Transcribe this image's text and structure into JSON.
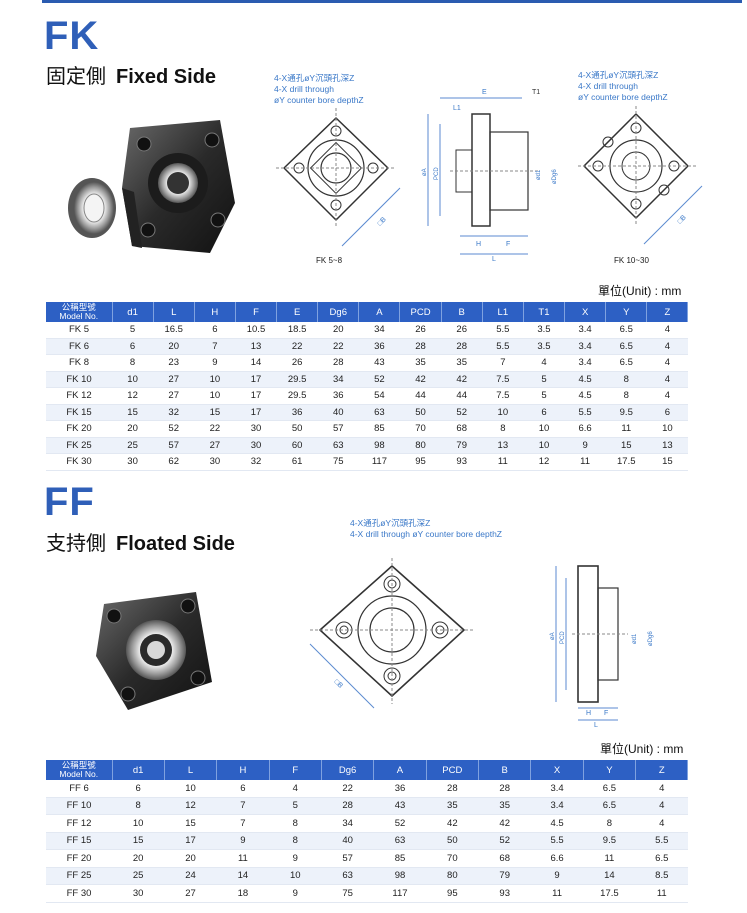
{
  "fk": {
    "code": "FK",
    "title_cjk": "固定側",
    "title_en": "Fixed Side",
    "note_left": [
      "4-X通孔øY沉頭孔深Z",
      "4-X drill through",
      "øY counter bore depthZ"
    ],
    "note_right": [
      "4-X通孔øY沉頭孔深Z",
      "4-X drill through",
      "øY counter bore depthZ"
    ],
    "caption_left": "FK 5~8",
    "caption_right": "FK 10~30",
    "dim_labels": {
      "E": "E",
      "T1": "T1",
      "L1": "L1",
      "H": "H",
      "F": "F",
      "L": "L",
      "A": "øA",
      "PCD": "PCD",
      "B": "□B",
      "d1": "ød1",
      "Dg6": "øDg6"
    },
    "unit": "單位(Unit) : mm",
    "header_model": [
      "公稱型號",
      "Model No."
    ],
    "headers": [
      "d1",
      "L",
      "H",
      "F",
      "E",
      "Dg6",
      "A",
      "PCD",
      "B",
      "L1",
      "T1",
      "X",
      "Y",
      "Z"
    ],
    "rows": [
      [
        "FK 5",
        "5",
        "16.5",
        "6",
        "10.5",
        "18.5",
        "20",
        "34",
        "26",
        "26",
        "5.5",
        "3.5",
        "3.4",
        "6.5",
        "4"
      ],
      [
        "FK 6",
        "6",
        "20",
        "7",
        "13",
        "22",
        "22",
        "36",
        "28",
        "28",
        "5.5",
        "3.5",
        "3.4",
        "6.5",
        "4"
      ],
      [
        "FK 8",
        "8",
        "23",
        "9",
        "14",
        "26",
        "28",
        "43",
        "35",
        "35",
        "7",
        "4",
        "3.4",
        "6.5",
        "4"
      ],
      [
        "FK 10",
        "10",
        "27",
        "10",
        "17",
        "29.5",
        "34",
        "52",
        "42",
        "42",
        "7.5",
        "5",
        "4.5",
        "8",
        "4"
      ],
      [
        "FK 12",
        "12",
        "27",
        "10",
        "17",
        "29.5",
        "36",
        "54",
        "44",
        "44",
        "7.5",
        "5",
        "4.5",
        "8",
        "4"
      ],
      [
        "FK 15",
        "15",
        "32",
        "15",
        "17",
        "36",
        "40",
        "63",
        "50",
        "52",
        "10",
        "6",
        "5.5",
        "9.5",
        "6"
      ],
      [
        "FK 20",
        "20",
        "52",
        "22",
        "30",
        "50",
        "57",
        "85",
        "70",
        "68",
        "8",
        "10",
        "6.6",
        "11",
        "10"
      ],
      [
        "FK 25",
        "25",
        "57",
        "27",
        "30",
        "60",
        "63",
        "98",
        "80",
        "79",
        "13",
        "10",
        "9",
        "15",
        "13"
      ],
      [
        "FK 30",
        "30",
        "62",
        "30",
        "32",
        "61",
        "75",
        "117",
        "95",
        "93",
        "11",
        "12",
        "11",
        "17.5",
        "15"
      ]
    ]
  },
  "ff": {
    "code": "FF",
    "title_cjk": "支持側",
    "title_en": "Floated Side",
    "note": [
      "4-X通孔øY沉頭孔深Z",
      "4-X drill through øY counter bore depthZ"
    ],
    "dim_labels": {
      "H": "H",
      "F": "F",
      "L": "L",
      "A": "øA",
      "PCD": "PCD",
      "B": "□B",
      "d1": "ød1",
      "Dg6": "øDg6"
    },
    "unit": "單位(Unit) : mm",
    "header_model": [
      "公稱型號",
      "Model No."
    ],
    "headers": [
      "d1",
      "L",
      "H",
      "F",
      "Dg6",
      "A",
      "PCD",
      "B",
      "X",
      "Y",
      "Z"
    ],
    "rows": [
      [
        "FF 6",
        "6",
        "10",
        "6",
        "4",
        "22",
        "36",
        "28",
        "28",
        "3.4",
        "6.5",
        "4"
      ],
      [
        "FF 10",
        "8",
        "12",
        "7",
        "5",
        "28",
        "43",
        "35",
        "35",
        "3.4",
        "6.5",
        "4"
      ],
      [
        "FF 12",
        "10",
        "15",
        "7",
        "8",
        "34",
        "52",
        "42",
        "42",
        "4.5",
        "8",
        "4"
      ],
      [
        "FF 15",
        "15",
        "17",
        "9",
        "8",
        "40",
        "63",
        "50",
        "52",
        "5.5",
        "9.5",
        "5.5"
      ],
      [
        "FF 20",
        "20",
        "20",
        "11",
        "9",
        "57",
        "85",
        "70",
        "68",
        "6.6",
        "11",
        "6.5"
      ],
      [
        "FF 25",
        "25",
        "24",
        "14",
        "10",
        "63",
        "98",
        "80",
        "79",
        "9",
        "14",
        "8.5"
      ],
      [
        "FF 30",
        "30",
        "27",
        "18",
        "9",
        "75",
        "117",
        "95",
        "93",
        "11",
        "17.5",
        "11"
      ]
    ]
  },
  "colors": {
    "accent": "#2f5fb8",
    "header_bg": "#2d60c4",
    "note": "#3a78c8"
  }
}
